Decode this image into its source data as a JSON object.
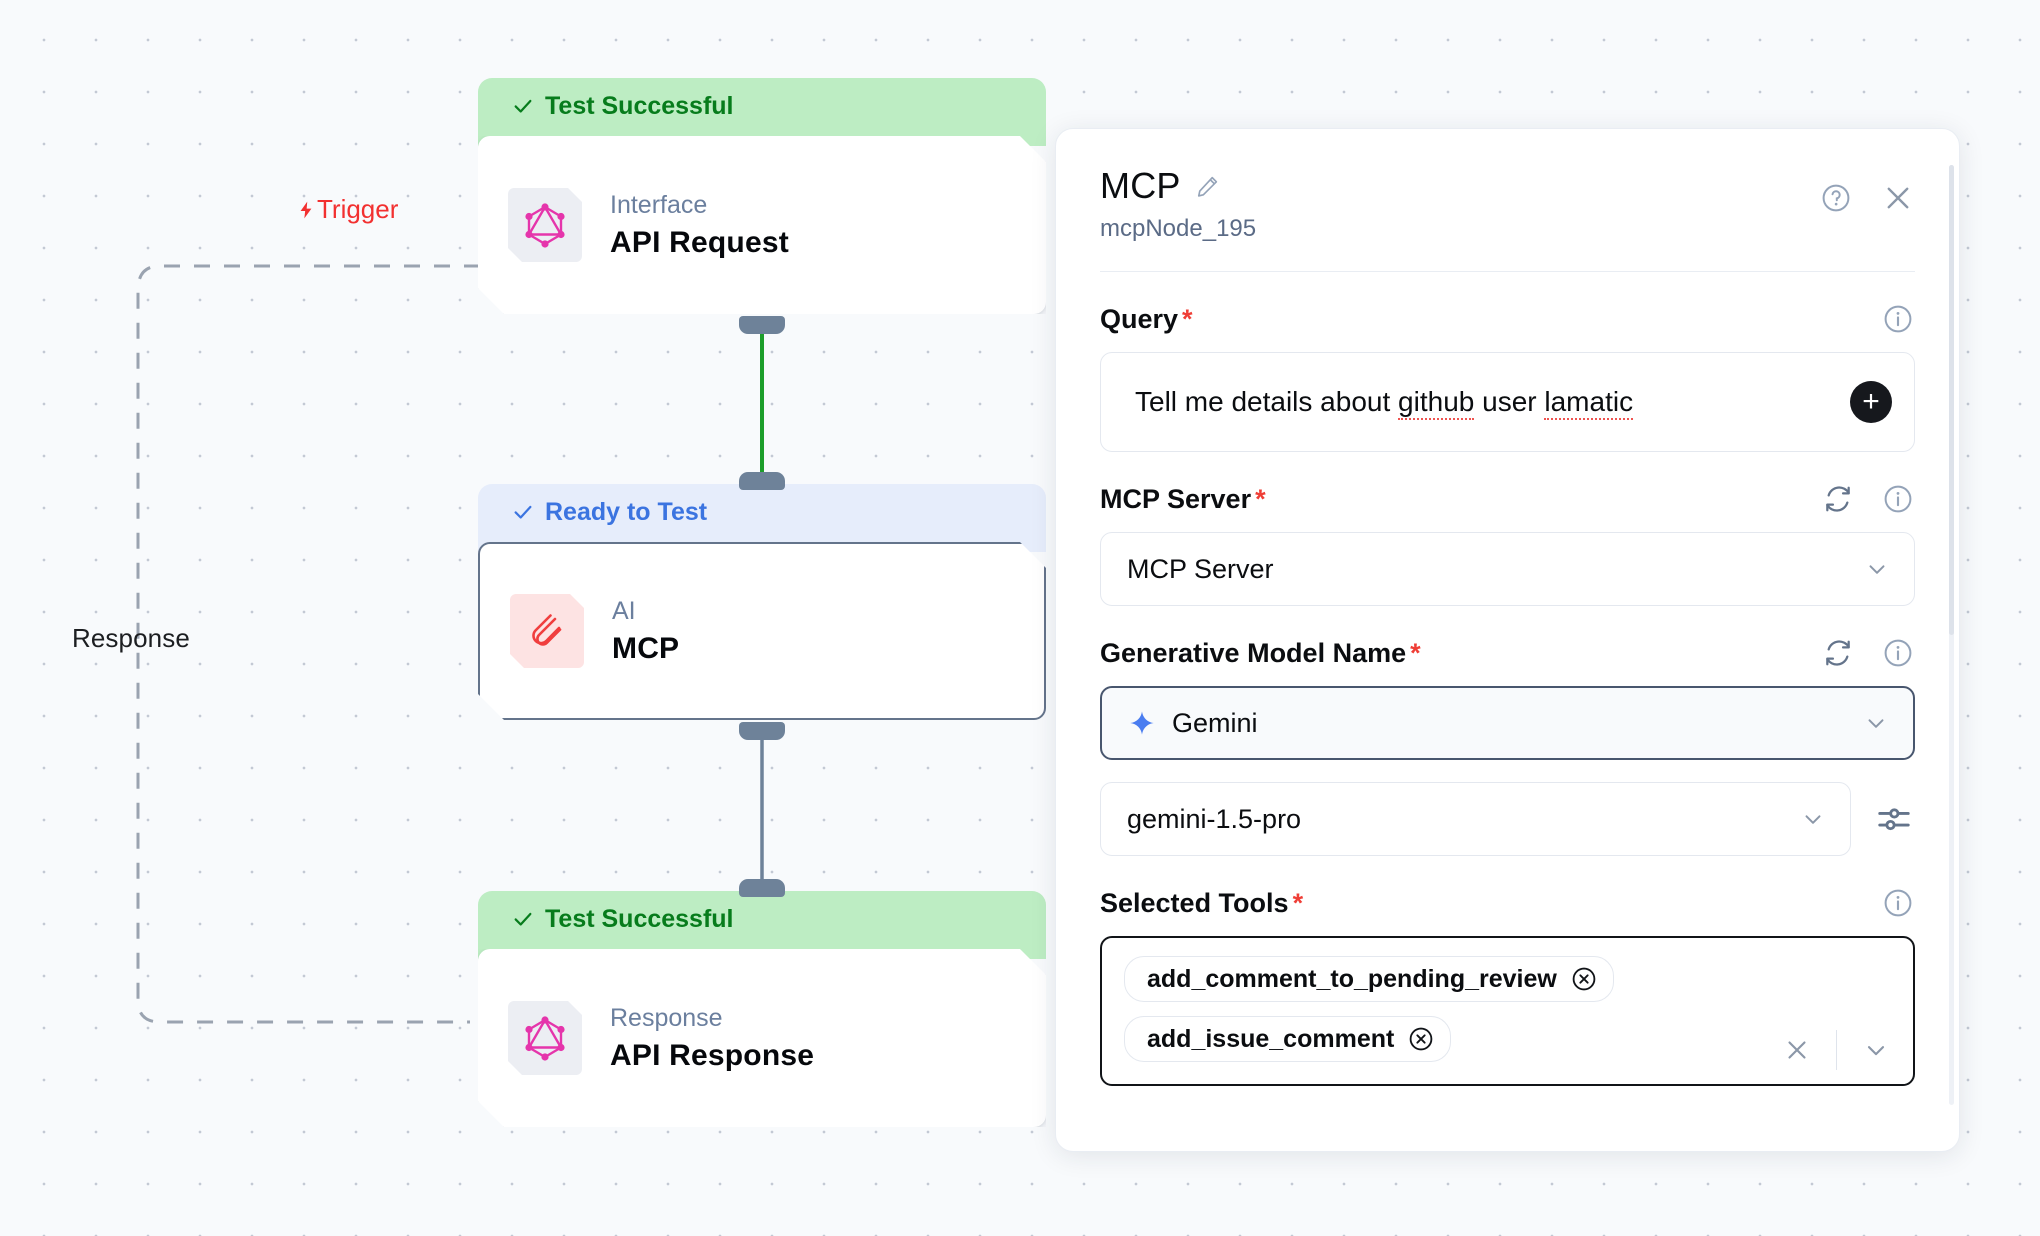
{
  "canvas": {
    "trigger_label": "Trigger",
    "response_label": "Response",
    "nodes": [
      {
        "status": "Test Successful",
        "status_type": "ok",
        "kind": "Interface",
        "title": "API Request",
        "icon": "graphql-icon"
      },
      {
        "status": "Ready to Test",
        "status_type": "ready",
        "kind": "AI",
        "title": "MCP",
        "icon": "mcp-paperclip-icon"
      },
      {
        "status": "Test Successful",
        "status_type": "ok",
        "kind": "Response",
        "title": "API Response",
        "icon": "graphql-icon"
      }
    ],
    "colors": {
      "success_bg": "#bdedc3",
      "success_text": "#077c1c",
      "ready_bg": "#e6edfb",
      "ready_text": "#3b74e0",
      "trigger_red": "#f23030",
      "edge_green": "#1d9e2a",
      "edge_slate": "#6e8299",
      "graphql_pink": "#e535ab",
      "mcp_red": "#f03e3e"
    }
  },
  "panel": {
    "title": "MCP",
    "node_id": "mcpNode_195",
    "edit_icon": "pencil-icon",
    "help_icon": "help-circle-icon",
    "close_icon": "close-icon",
    "fields": {
      "query": {
        "label": "Query",
        "required": "*",
        "value_plain": "Tell me details about ",
        "value_spell_1": "github",
        "value_mid": " user ",
        "value_spell_2": "lamatic",
        "add_button": "+",
        "info_icon": "info-icon"
      },
      "mcp_server": {
        "label": "MCP Server",
        "required": "*",
        "value": "MCP Server",
        "refresh_icon": "refresh-icon",
        "info_icon": "info-icon",
        "chevron_icon": "chevron-down-icon"
      },
      "generative_model_name": {
        "label": "Generative Model Name",
        "required": "*",
        "provider": "Gemini",
        "provider_icon": "gemini-sparkle-icon",
        "model": "gemini-1.5-pro",
        "refresh_icon": "refresh-icon",
        "info_icon": "info-icon",
        "settings_icon": "sliders-icon",
        "chevron_icon": "chevron-down-icon"
      },
      "selected_tools": {
        "label": "Selected Tools",
        "required": "*",
        "info_icon": "info-icon",
        "clear_icon": "clear-icon",
        "chevron_icon": "chevron-down-icon",
        "tags": [
          {
            "name": "add_comment_to_pending_review",
            "remove_icon": "remove-circle-icon"
          },
          {
            "name": "add_issue_comment",
            "remove_icon": "remove-circle-icon"
          }
        ]
      }
    }
  }
}
